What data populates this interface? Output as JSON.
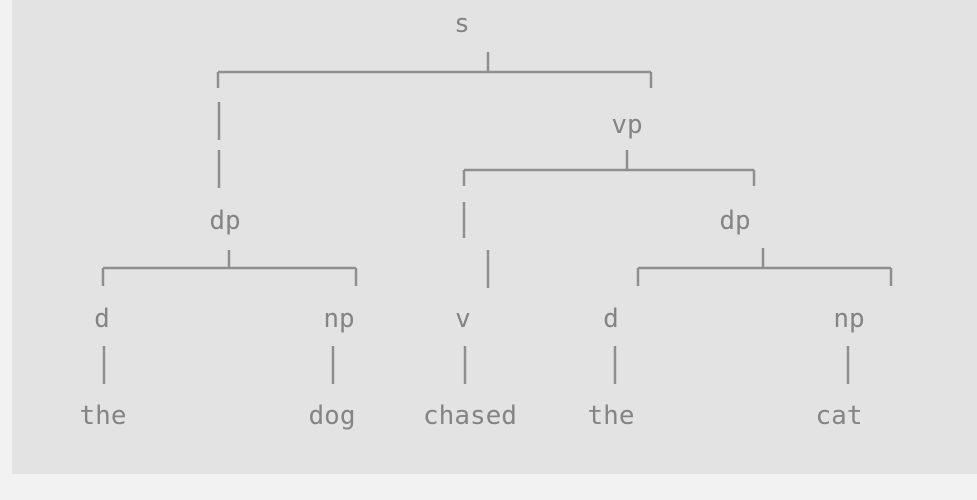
{
  "diagram": {
    "colors": {
      "background": "#e3e3e3",
      "page": "#f2f2f2",
      "ink": "#848484",
      "lines": "#8f8f8f"
    },
    "nodes": {
      "s": "s",
      "vp": "vp",
      "dp_subject": "dp",
      "dp_object": "dp",
      "d_subject": "d",
      "np_subject": "np",
      "v": "v",
      "d_object": "d",
      "np_object": "np",
      "leaf_the_1": "the",
      "leaf_dog": "dog",
      "leaf_chased": "chased",
      "leaf_the_2": "the",
      "leaf_cat": "cat"
    },
    "edges": [
      [
        "s",
        "dp_subject"
      ],
      [
        "s",
        "vp"
      ],
      [
        "vp",
        "v"
      ],
      [
        "vp",
        "dp_object"
      ],
      [
        "dp_subject",
        "d_subject"
      ],
      [
        "dp_subject",
        "np_subject"
      ],
      [
        "dp_object",
        "d_object"
      ],
      [
        "dp_object",
        "np_object"
      ],
      [
        "d_subject",
        "leaf_the_1"
      ],
      [
        "np_subject",
        "leaf_dog"
      ],
      [
        "v",
        "leaf_chased"
      ],
      [
        "d_object",
        "leaf_the_2"
      ],
      [
        "np_object",
        "leaf_cat"
      ]
    ]
  }
}
